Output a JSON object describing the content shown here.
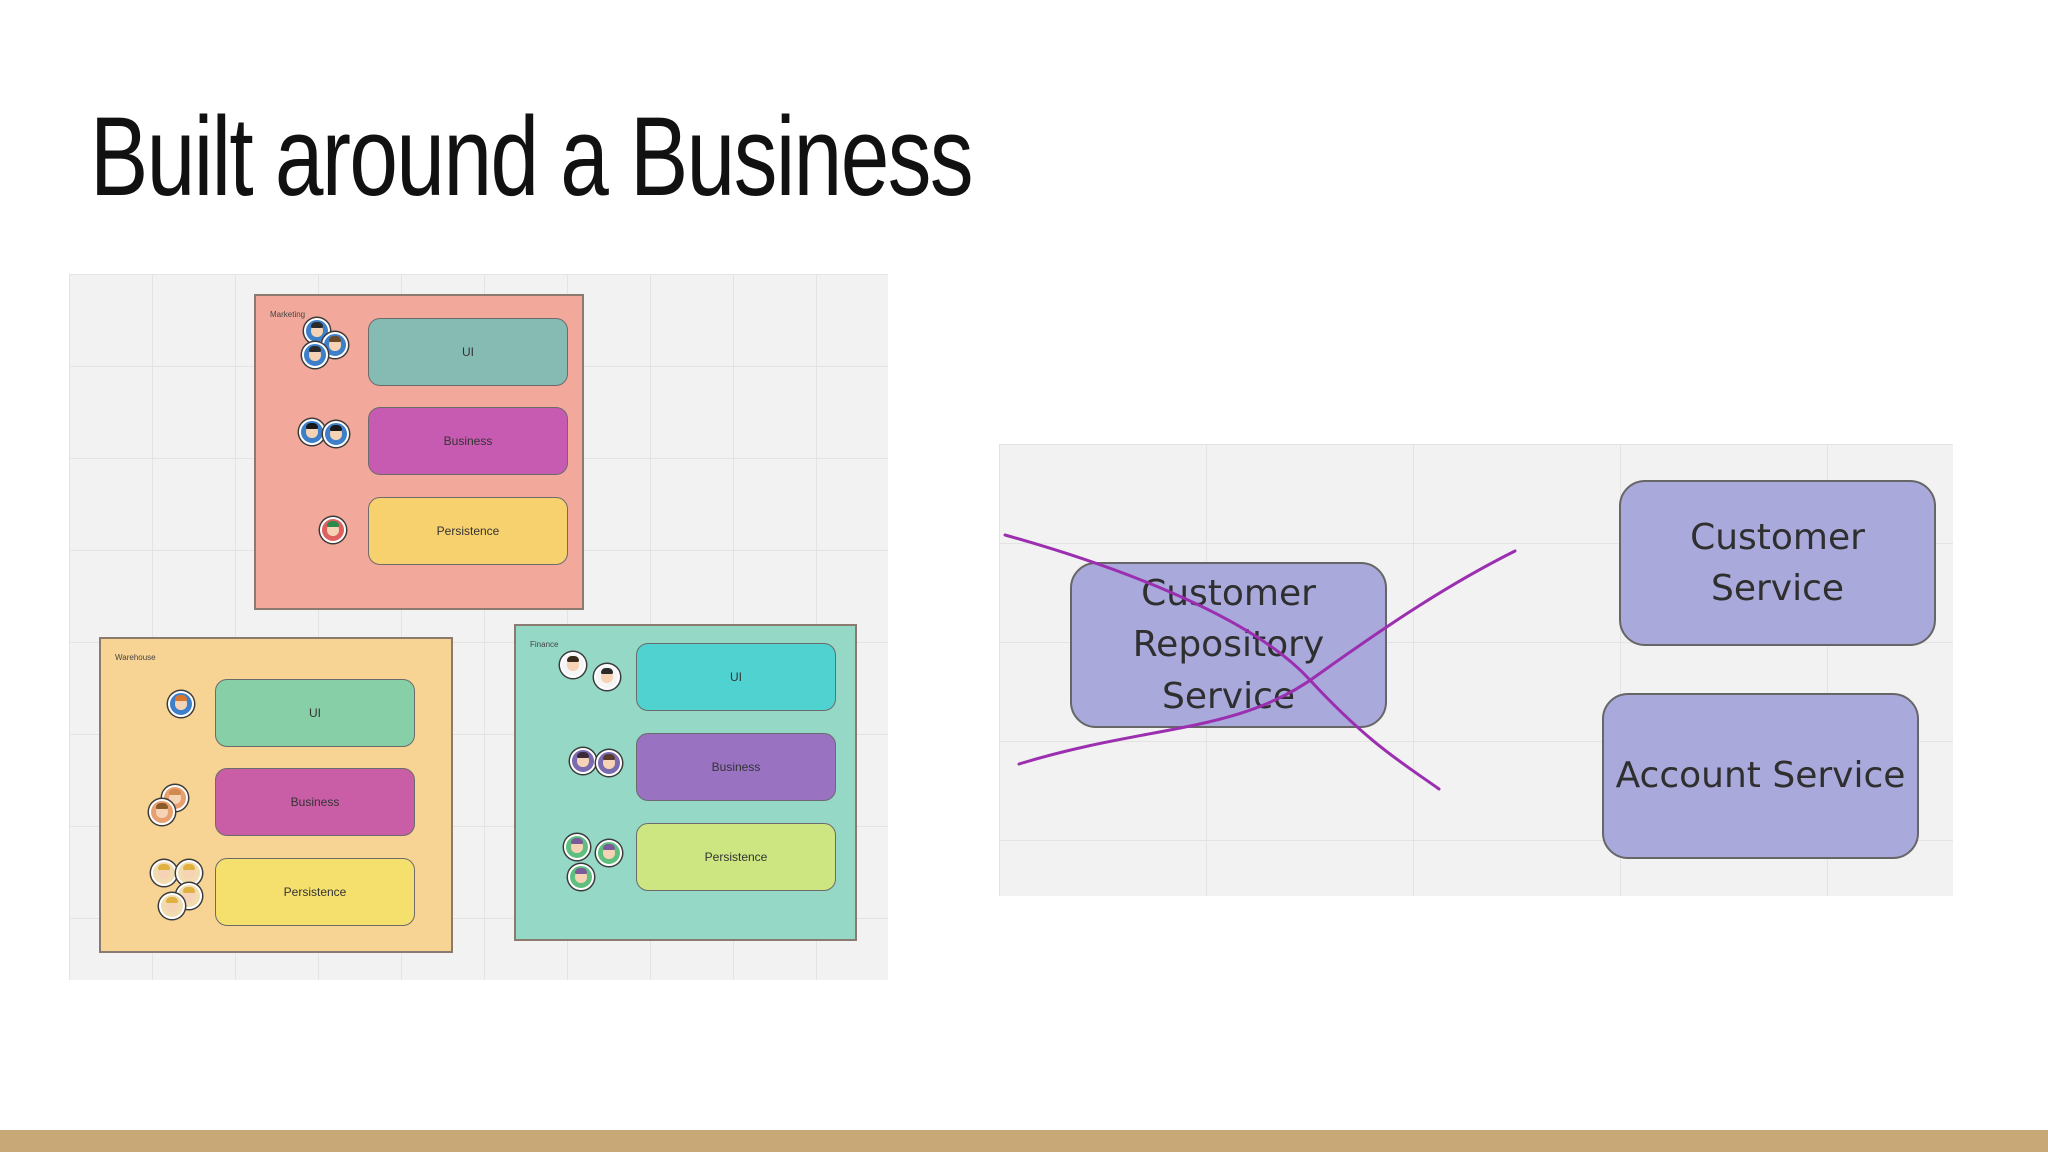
{
  "slide": {
    "title": "Built around a Business"
  },
  "left_diagram": {
    "marketing": {
      "label": "Marketing",
      "layers": {
        "ui": "UI",
        "business": "Business",
        "persistence": "Persistence"
      }
    },
    "warehouse": {
      "label": "Warehouse",
      "layers": {
        "ui": "UI",
        "business": "Business",
        "persistence": "Persistence"
      }
    },
    "finance": {
      "label": "Finance",
      "layers": {
        "ui": "UI",
        "business": "Business",
        "persistence": "Persistence"
      }
    }
  },
  "right_diagram": {
    "crossed_out_service": "Customer Repository Service",
    "services": {
      "customer": "Customer Service",
      "account": "Account Service"
    }
  },
  "colors": {
    "marketing_bg": "#f2a99b",
    "warehouse_bg": "#f7d493",
    "finance_bg": "#96d8c6",
    "service_fill": "#a9a9dc",
    "strike_line": "#9b2fb0",
    "bottom_bar": "#c9a877"
  }
}
